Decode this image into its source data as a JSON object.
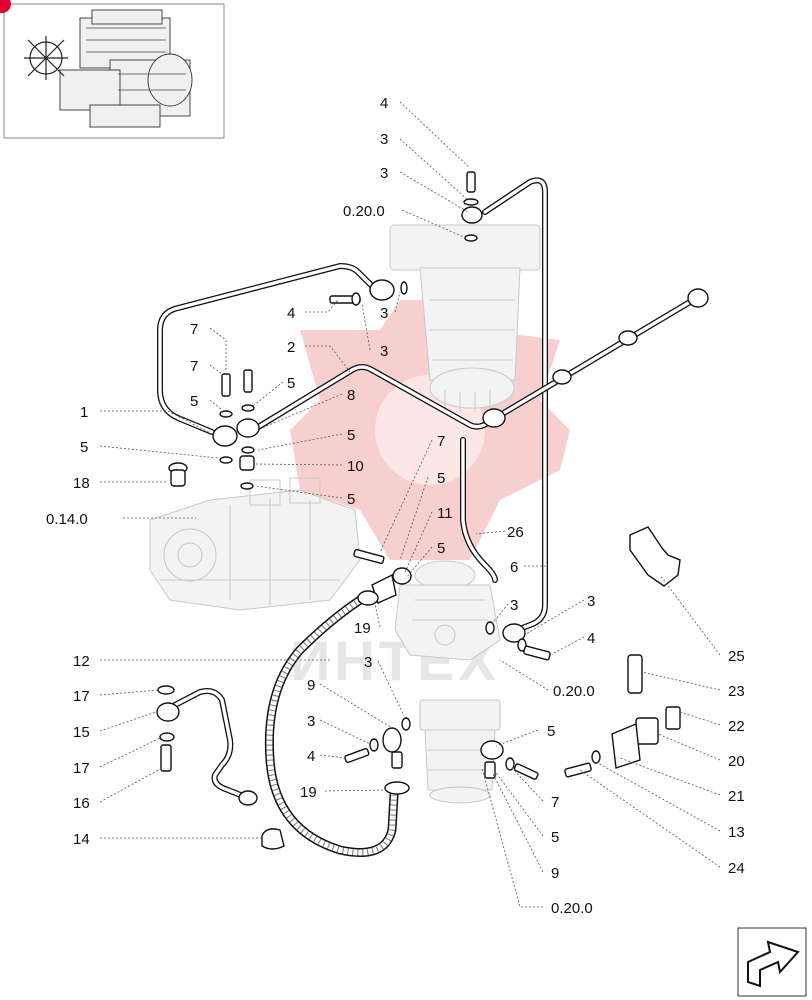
{
  "watermark": {
    "text": "ИНТЕХ",
    "color": "#f2a8a8"
  },
  "accent_color": "#e0002b",
  "callouts": [
    {
      "id": "c01",
      "text": "4"
    },
    {
      "id": "c02",
      "text": "3"
    },
    {
      "id": "c03",
      "text": "3"
    },
    {
      "id": "c04",
      "text": "0.20.0"
    },
    {
      "id": "c05",
      "text": "4"
    },
    {
      "id": "c06",
      "text": "3"
    },
    {
      "id": "c07",
      "text": "3"
    },
    {
      "id": "c08",
      "text": "7"
    },
    {
      "id": "c09",
      "text": "2"
    },
    {
      "id": "c10",
      "text": "7"
    },
    {
      "id": "c11",
      "text": "5"
    },
    {
      "id": "c12",
      "text": "5"
    },
    {
      "id": "c13",
      "text": "8"
    },
    {
      "id": "c14",
      "text": "1"
    },
    {
      "id": "c15",
      "text": "5"
    },
    {
      "id": "c16",
      "text": "5"
    },
    {
      "id": "c17",
      "text": "7"
    },
    {
      "id": "c18",
      "text": "10"
    },
    {
      "id": "c19",
      "text": "5"
    },
    {
      "id": "c20",
      "text": "18"
    },
    {
      "id": "c21",
      "text": "5"
    },
    {
      "id": "c22",
      "text": "0.14.0"
    },
    {
      "id": "c23",
      "text": "11"
    },
    {
      "id": "c24",
      "text": "26"
    },
    {
      "id": "c25",
      "text": "5"
    },
    {
      "id": "c26",
      "text": "6"
    },
    {
      "id": "c27",
      "text": "3"
    },
    {
      "id": "c28",
      "text": "3"
    },
    {
      "id": "c29",
      "text": "19"
    },
    {
      "id": "c30",
      "text": "4"
    },
    {
      "id": "c31",
      "text": "25"
    },
    {
      "id": "c32",
      "text": "12"
    },
    {
      "id": "c33",
      "text": "3"
    },
    {
      "id": "c34",
      "text": "0.20.0"
    },
    {
      "id": "c35",
      "text": "23"
    },
    {
      "id": "c36",
      "text": "17"
    },
    {
      "id": "c37",
      "text": "9"
    },
    {
      "id": "c38",
      "text": "22"
    },
    {
      "id": "c39",
      "text": "15"
    },
    {
      "id": "c40",
      "text": "3"
    },
    {
      "id": "c41",
      "text": "5"
    },
    {
      "id": "c42",
      "text": "20"
    },
    {
      "id": "c43",
      "text": "17"
    },
    {
      "id": "c44",
      "text": "4"
    },
    {
      "id": "c45",
      "text": "21"
    },
    {
      "id": "c46",
      "text": "16"
    },
    {
      "id": "c47",
      "text": "19"
    },
    {
      "id": "c48",
      "text": "7"
    },
    {
      "id": "c49",
      "text": "13"
    },
    {
      "id": "c50",
      "text": "14"
    },
    {
      "id": "c51",
      "text": "5"
    },
    {
      "id": "c52",
      "text": "24"
    },
    {
      "id": "c53",
      "text": "9"
    },
    {
      "id": "c54",
      "text": "0.20.0"
    }
  ]
}
